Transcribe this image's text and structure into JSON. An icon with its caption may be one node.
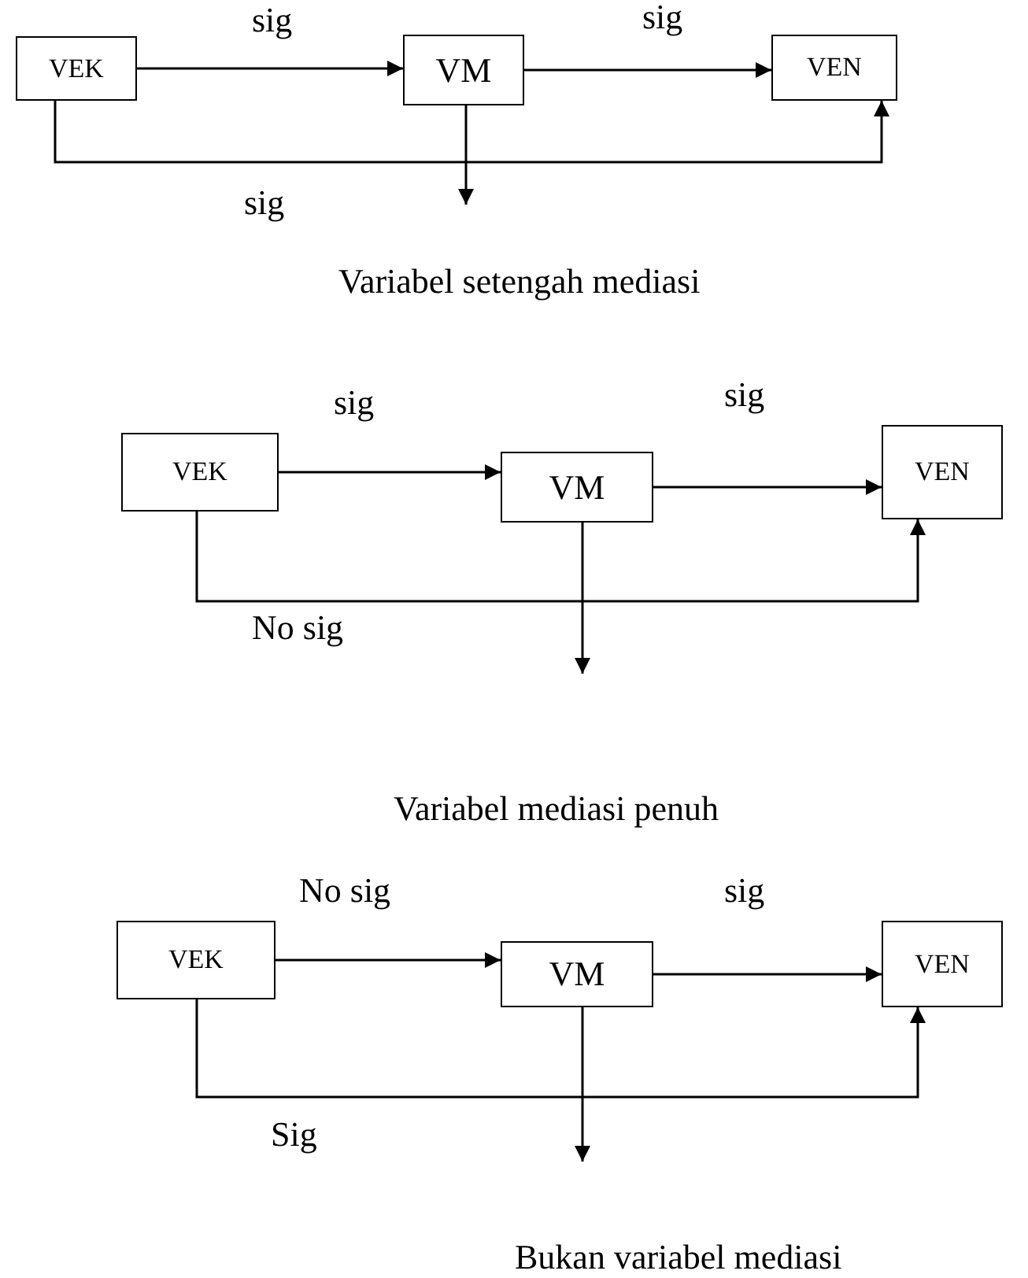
{
  "diagram": {
    "nodes": [
      {
        "text": [
          "VEK"
        ]
      },
      {
        "text": [
          "VM"
        ]
      },
      {
        "text": [
          "VEN"
        ]
      },
      {
        "text": [
          "VEK"
        ]
      },
      {
        "text": [
          "VM"
        ]
      },
      {
        "text": [
          "VEN"
        ]
      },
      {
        "text": [
          "VEK"
        ]
      },
      {
        "text": [
          "VM"
        ]
      },
      {
        "text": [
          "VEN"
        ]
      }
    ],
    "edges": [
      {
        "from": 0,
        "to": 1,
        "arrow": "to",
        "label": "sig"
      },
      {
        "from": 1,
        "to": 2,
        "arrow": "to",
        "label": "sig"
      },
      {
        "from": 0,
        "to": 2,
        "arrow": "to",
        "label": "sig"
      },
      {
        "from": 1,
        "to": null,
        "arrow": "to"
      },
      {
        "from": 3,
        "to": 4,
        "arrow": "to",
        "label": "sig"
      },
      {
        "from": 4,
        "to": 5,
        "arrow": "to",
        "label": "sig"
      },
      {
        "from": 3,
        "to": 5,
        "arrow": "to",
        "label": "No sig"
      },
      {
        "from": 4,
        "to": null,
        "arrow": "to"
      },
      {
        "from": 6,
        "to": 7,
        "arrow": "to",
        "label": "No sig"
      },
      {
        "from": 7,
        "to": 8,
        "arrow": "to",
        "label": "sig"
      },
      {
        "from": 6,
        "to": 8,
        "arrow": "to",
        "label": "Sig"
      },
      {
        "from": 7,
        "to": null,
        "arrow": "to"
      }
    ],
    "labels": [
      "Variabel setengah mediasi",
      "Variabel mediasi penuh",
      "Bukan variabel mediasi"
    ]
  }
}
